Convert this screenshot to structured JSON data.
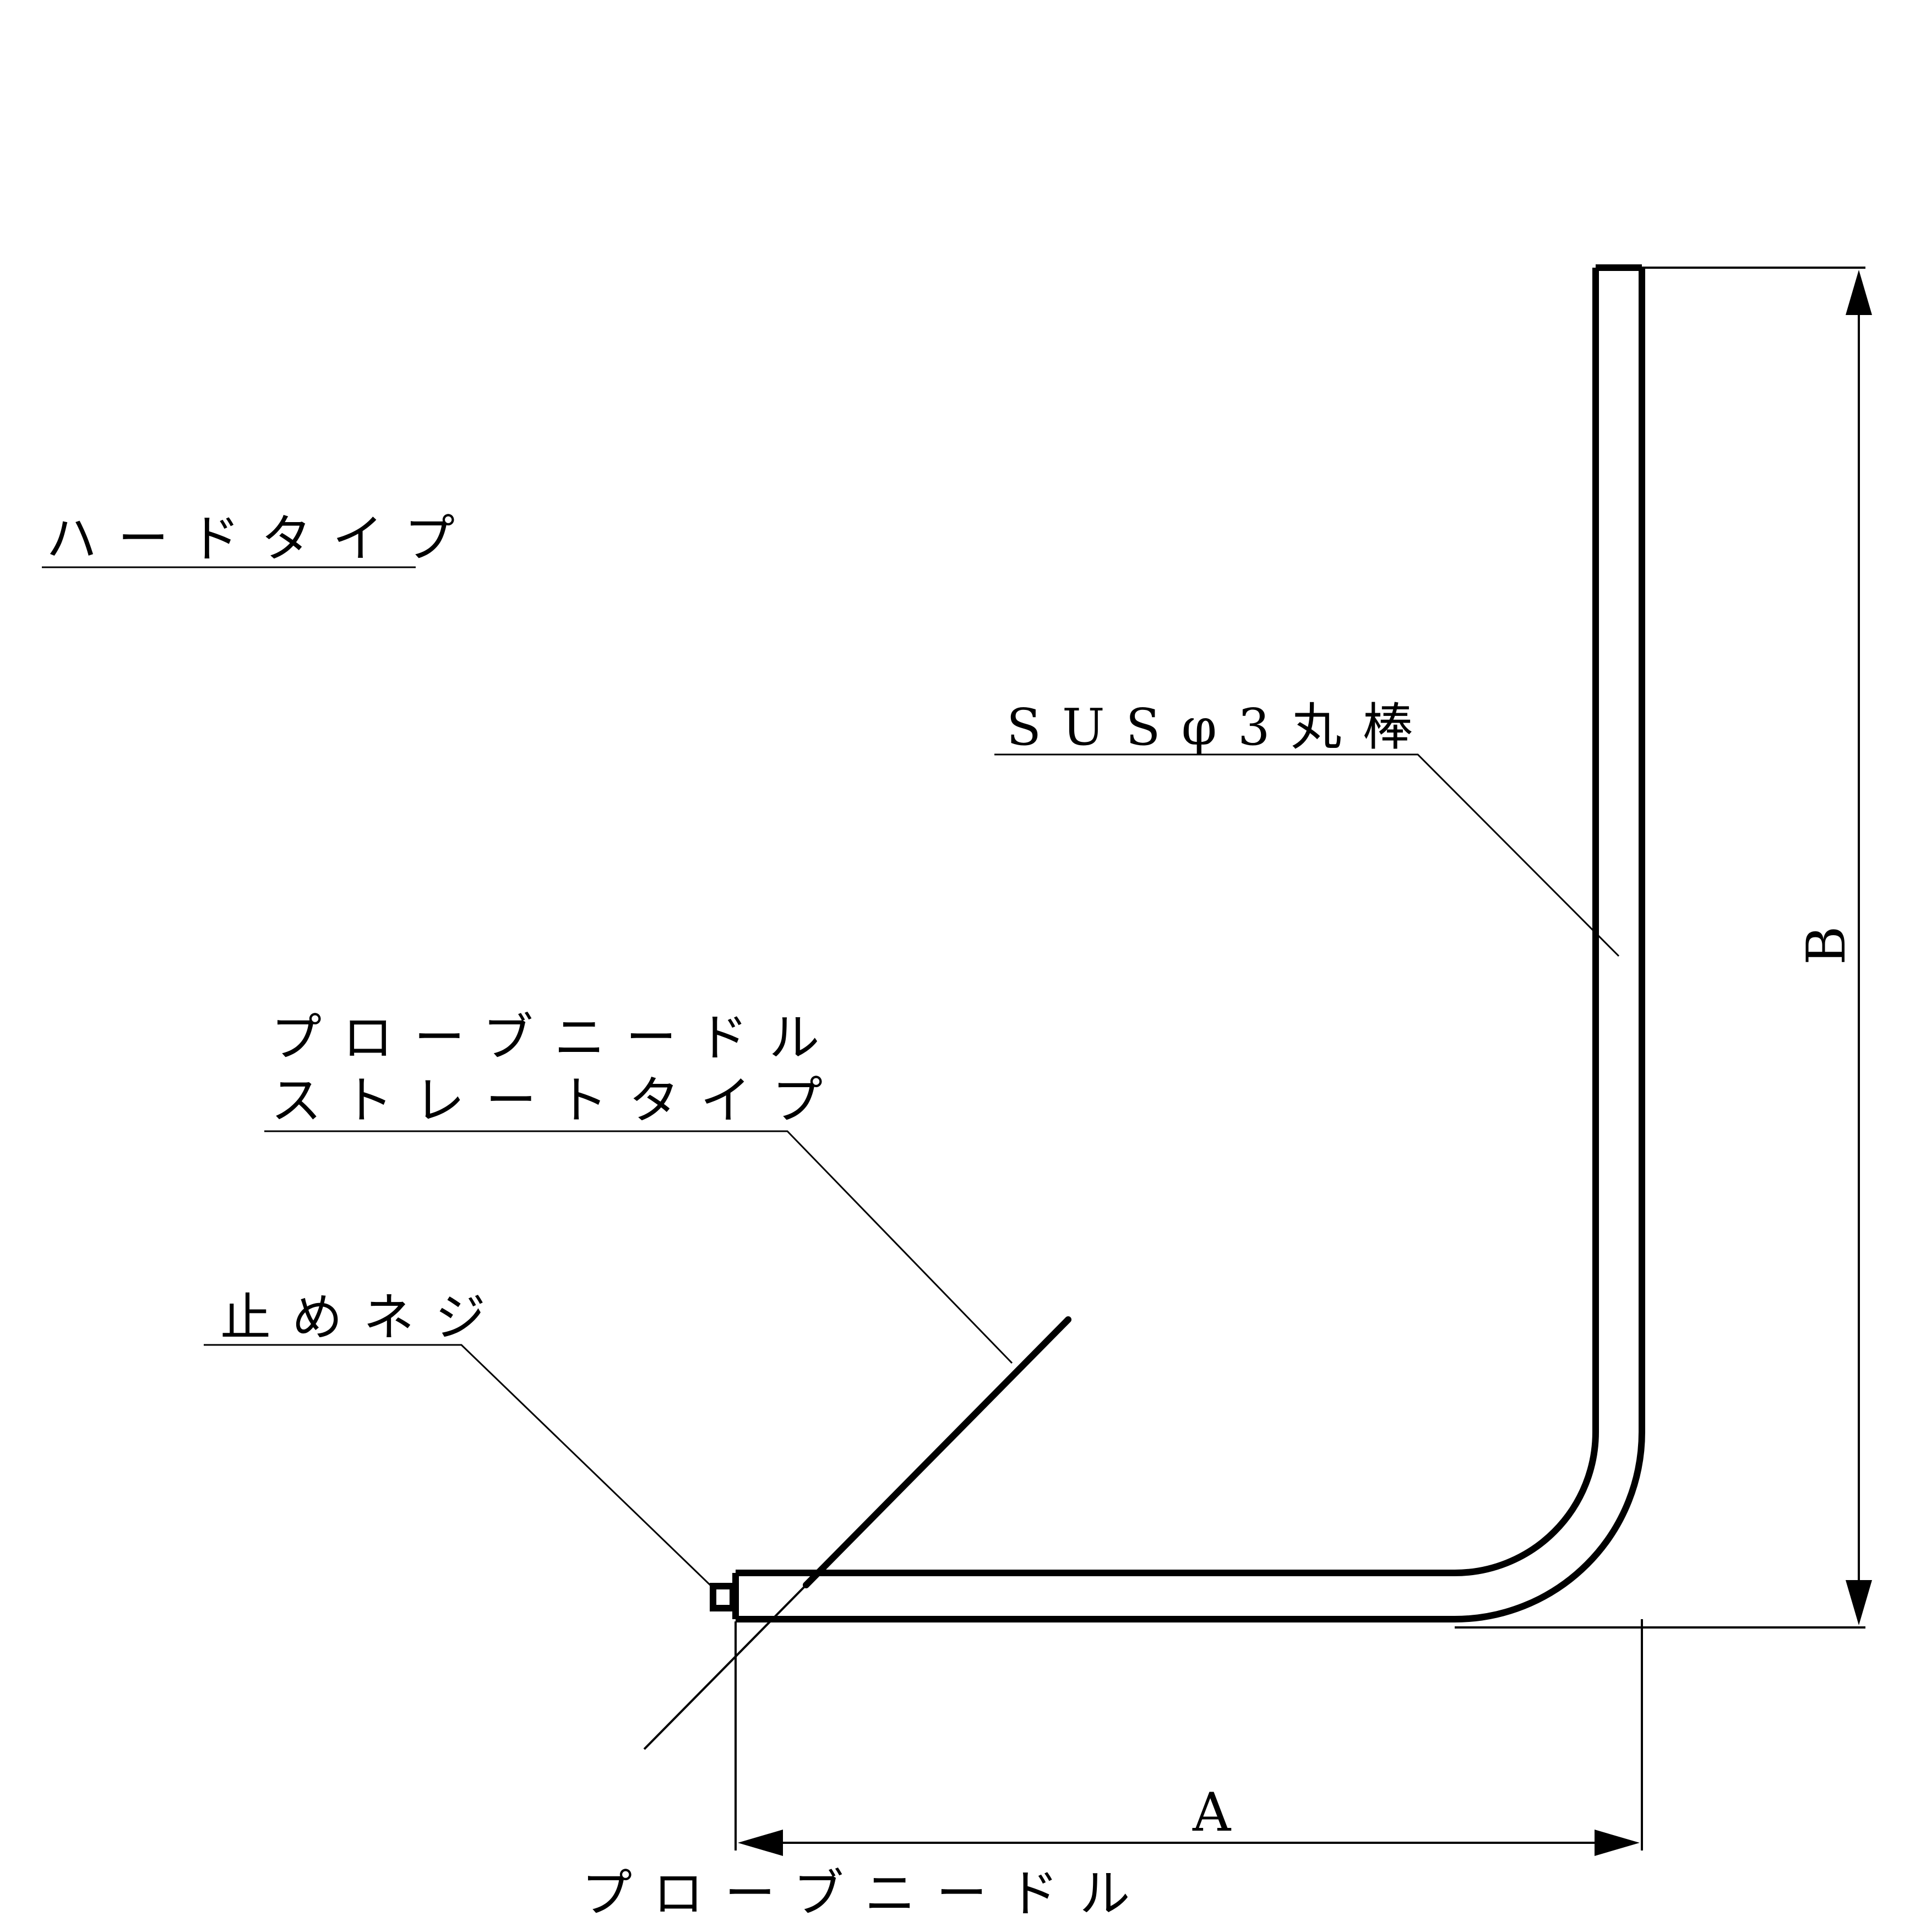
{
  "labels": {
    "hard_type": "ハードタイプ",
    "sus_rod": "SUSφ3丸棒",
    "probe_straight_line1": "プローブニードル",
    "probe_straight_line2": "ストレートタイプ",
    "set_screw": "止めネジ",
    "probe_needle": "プローブニードル",
    "dim_a": "A",
    "dim_b": "B"
  }
}
